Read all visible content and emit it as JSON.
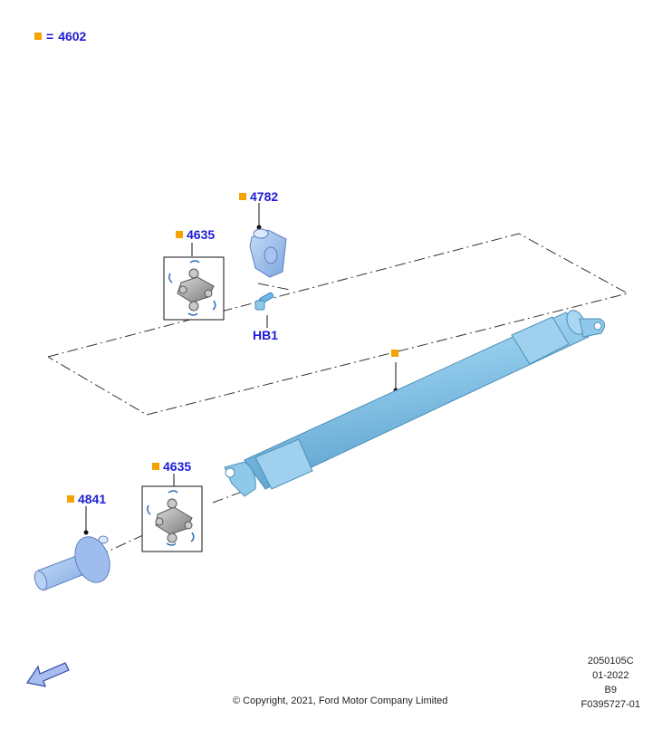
{
  "legend": {
    "symbol": "square-marker-icon",
    "equals": "=",
    "part_number": "4602"
  },
  "callouts": {
    "yoke_flange": "4782",
    "ujoint_upper": "4635",
    "bolt": "HB1",
    "ujoint_lower": "4635",
    "stub_shaft": "4841"
  },
  "footer": {
    "copyright": "© Copyright, 2021, Ford Motor Company Limited",
    "code": "2050105C",
    "date": "01-2022",
    "revision": "B9",
    "figure_id": "F0395727-01"
  },
  "colors": {
    "part_fill": "#8ec9ea",
    "part_shade": "#5fa6d2",
    "callout_text": "#1d1dd6",
    "marker": "#f5a300"
  },
  "icons": {
    "navigation": "back-arrow-icon"
  }
}
